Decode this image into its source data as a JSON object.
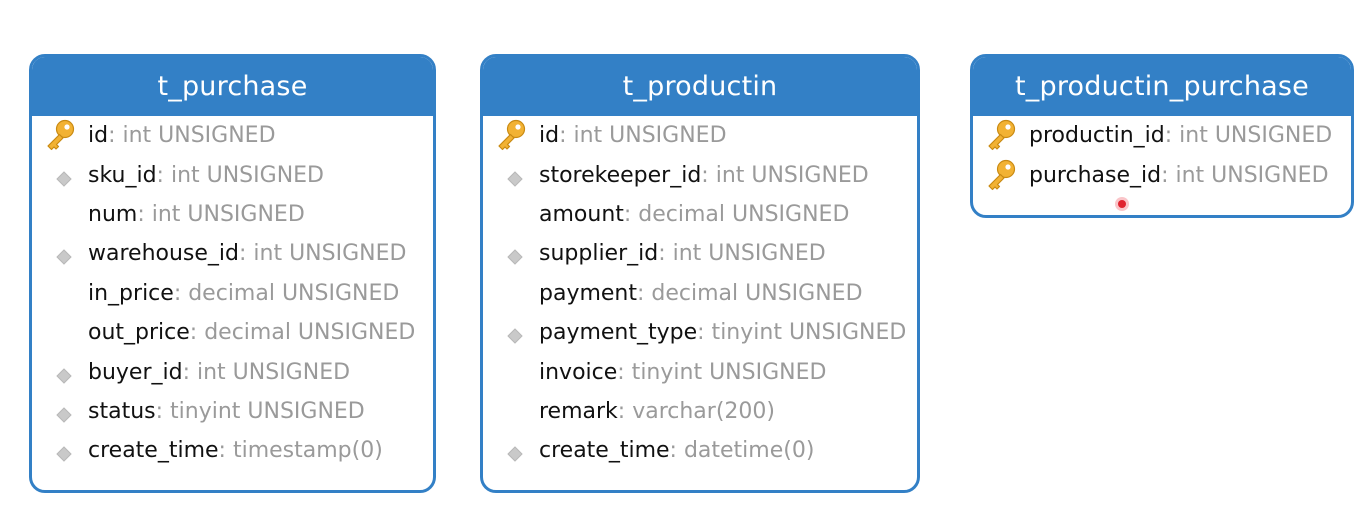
{
  "colors": {
    "header": "#3380c6",
    "border": "#3380c6",
    "header_text": "#ffffff",
    "column_name": "#111111",
    "column_type": "#9a9a9a",
    "key_icon": "#f2b233",
    "index_icon": "#c9c9c9",
    "cursor": "#e0232f"
  },
  "tables": [
    {
      "name": "t_purchase",
      "columns": [
        {
          "name": "id",
          "type": ": int UNSIGNED",
          "marker": "primary-key-icon"
        },
        {
          "name": "sku_id",
          "type": ": int UNSIGNED",
          "marker": "index-icon"
        },
        {
          "name": "num",
          "type": ": int UNSIGNED",
          "marker": "none"
        },
        {
          "name": "warehouse_id",
          "type": ": int UNSIGNED",
          "marker": "index-icon"
        },
        {
          "name": "in_price",
          "type": ": decimal UNSIGNED",
          "marker": "none"
        },
        {
          "name": "out_price",
          "type": ": decimal UNSIGNED",
          "marker": "none"
        },
        {
          "name": "buyer_id",
          "type": ": int UNSIGNED",
          "marker": "index-icon"
        },
        {
          "name": "status",
          "type": ": tinyint UNSIGNED",
          "marker": "index-icon"
        },
        {
          "name": "create_time",
          "type": ": timestamp(0)",
          "marker": "index-icon"
        }
      ]
    },
    {
      "name": "t_productin",
      "columns": [
        {
          "name": "id",
          "type": ": int UNSIGNED",
          "marker": "primary-key-icon"
        },
        {
          "name": "storekeeper_id",
          "type": ": int UNSIGNED",
          "marker": "index-icon"
        },
        {
          "name": "amount",
          "type": ": decimal UNSIGNED",
          "marker": "none"
        },
        {
          "name": "supplier_id",
          "type": ": int UNSIGNED",
          "marker": "index-icon"
        },
        {
          "name": "payment",
          "type": ": decimal UNSIGNED",
          "marker": "none"
        },
        {
          "name": "payment_type",
          "type": ": tinyint UNSIGNED",
          "marker": "index-icon"
        },
        {
          "name": "invoice",
          "type": ": tinyint UNSIGNED",
          "marker": "none"
        },
        {
          "name": "remark",
          "type": ": varchar(200)",
          "marker": "none"
        },
        {
          "name": "create_time",
          "type": ": datetime(0)",
          "marker": "index-icon"
        }
      ]
    },
    {
      "name": "t_productin_purchase",
      "columns": [
        {
          "name": "productin_id",
          "type": ": int UNSIGNED",
          "marker": "primary-key-icon"
        },
        {
          "name": "purchase_id",
          "type": ": int UNSIGNED",
          "marker": "primary-key-icon"
        }
      ]
    }
  ]
}
